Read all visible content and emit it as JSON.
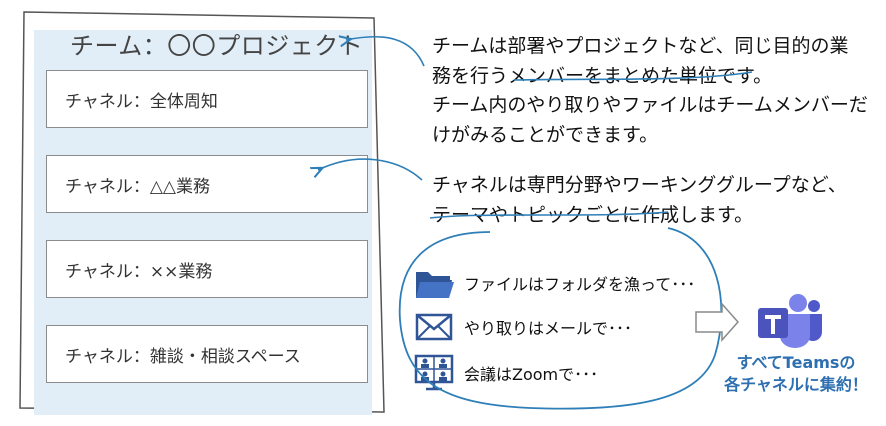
{
  "team": {
    "title": "チーム：〇〇プロジェクト",
    "channels": [
      "チャネル：全体周知",
      "チャネル：△△業務",
      "チャネル：××業務",
      "チャネル：雑談・相談スペース"
    ]
  },
  "explanations": {
    "team_line1": "チームは部署やプロジェクトなど、同じ目的の業",
    "team_line2": "務を行うメンバーをまとめた単位です。",
    "member_line1": "チーム内のやり取りやファイルはチームメンバーだ",
    "member_line2": "けがみることができます。",
    "channel_line1": "チャネルは専門分野やワーキンググループなど、",
    "channel_line2": "テーマやトピックごとに作成します。"
  },
  "before_items": [
    {
      "icon": "folder-icon",
      "label": "ファイルはフォルダを漁って･･･"
    },
    {
      "icon": "mail-icon",
      "label": "やり取りはメールで･･･"
    },
    {
      "icon": "video-conference-icon",
      "label": "会議はZoomで･･･"
    }
  ],
  "teams": {
    "caption_line1": "すべてTeamsの",
    "caption_line2": "各チャネルに集約！"
  },
  "colors": {
    "accent_blue": "#2e7fb8",
    "panel_blue": "#e2eef7",
    "teams_purple": "#5059c9",
    "caption_blue": "#2d6fb0"
  }
}
